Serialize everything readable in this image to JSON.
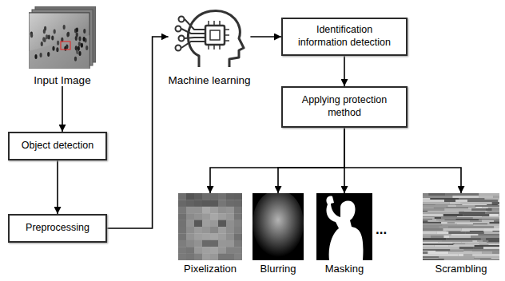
{
  "diagram": {
    "nodes": [
      {
        "text": [
          "Input Image"
        ]
      },
      {
        "text": [
          "Object detection"
        ]
      },
      {
        "text": [
          "Preprocessing"
        ]
      },
      {
        "text": [
          "Machine learning"
        ]
      },
      {
        "text": [
          "Identification information detection"
        ]
      },
      {
        "text": [
          "Applying protection method"
        ]
      },
      {
        "text": [
          "Pixelization"
        ]
      },
      {
        "text": [
          "Blurring"
        ]
      },
      {
        "text": [
          "Masking"
        ]
      },
      {
        "text": [
          "Scrambling"
        ]
      }
    ],
    "edges": [
      {
        "from": 0,
        "to": 1,
        "arrow": "to"
      },
      {
        "from": 1,
        "to": 2,
        "arrow": "to"
      },
      {
        "from": 2,
        "to": 3,
        "arrow": "to"
      },
      {
        "from": 3,
        "to": 4,
        "arrow": "to"
      },
      {
        "from": 4,
        "to": 5,
        "arrow": "to"
      },
      {
        "from": 5,
        "to": 6,
        "arrow": "to"
      },
      {
        "from": 5,
        "to": 7,
        "arrow": "to"
      },
      {
        "from": 5,
        "to": 8,
        "arrow": "to"
      },
      {
        "from": 5,
        "to": 9,
        "arrow": "to"
      }
    ],
    "labels": [
      "..."
    ]
  }
}
